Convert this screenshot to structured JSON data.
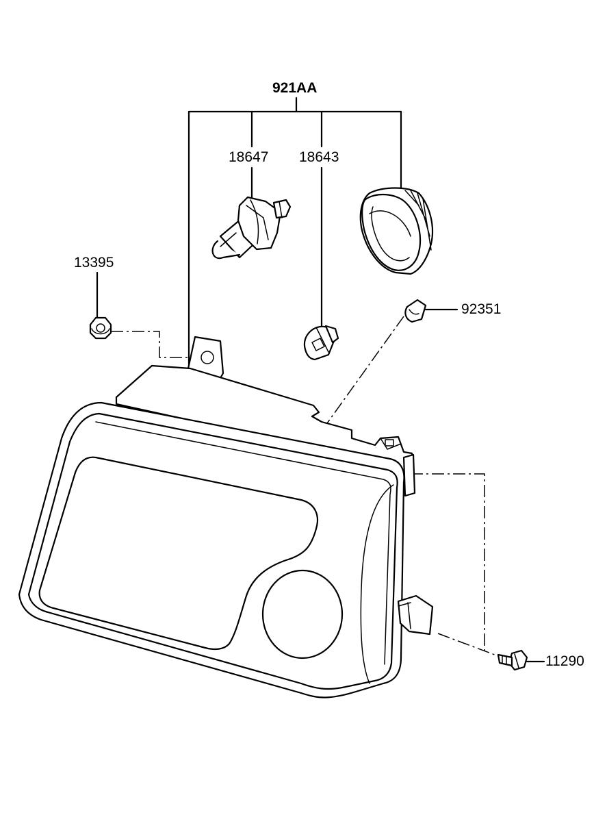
{
  "callouts": {
    "assembly": "921AA",
    "headlamp_bulb": "18647",
    "clearance_bulb": "18643",
    "nut": "13395",
    "socket": "92351",
    "bolt": "11290"
  },
  "icons": [
    "headlamp-assembly-icon",
    "halogen-bulb-icon",
    "wedge-bulb-icon",
    "bulb-cover-icon",
    "socket-icon",
    "flange-nut-icon",
    "bolt-icon"
  ],
  "colors": {
    "line": "#000000",
    "background": "#ffffff"
  }
}
